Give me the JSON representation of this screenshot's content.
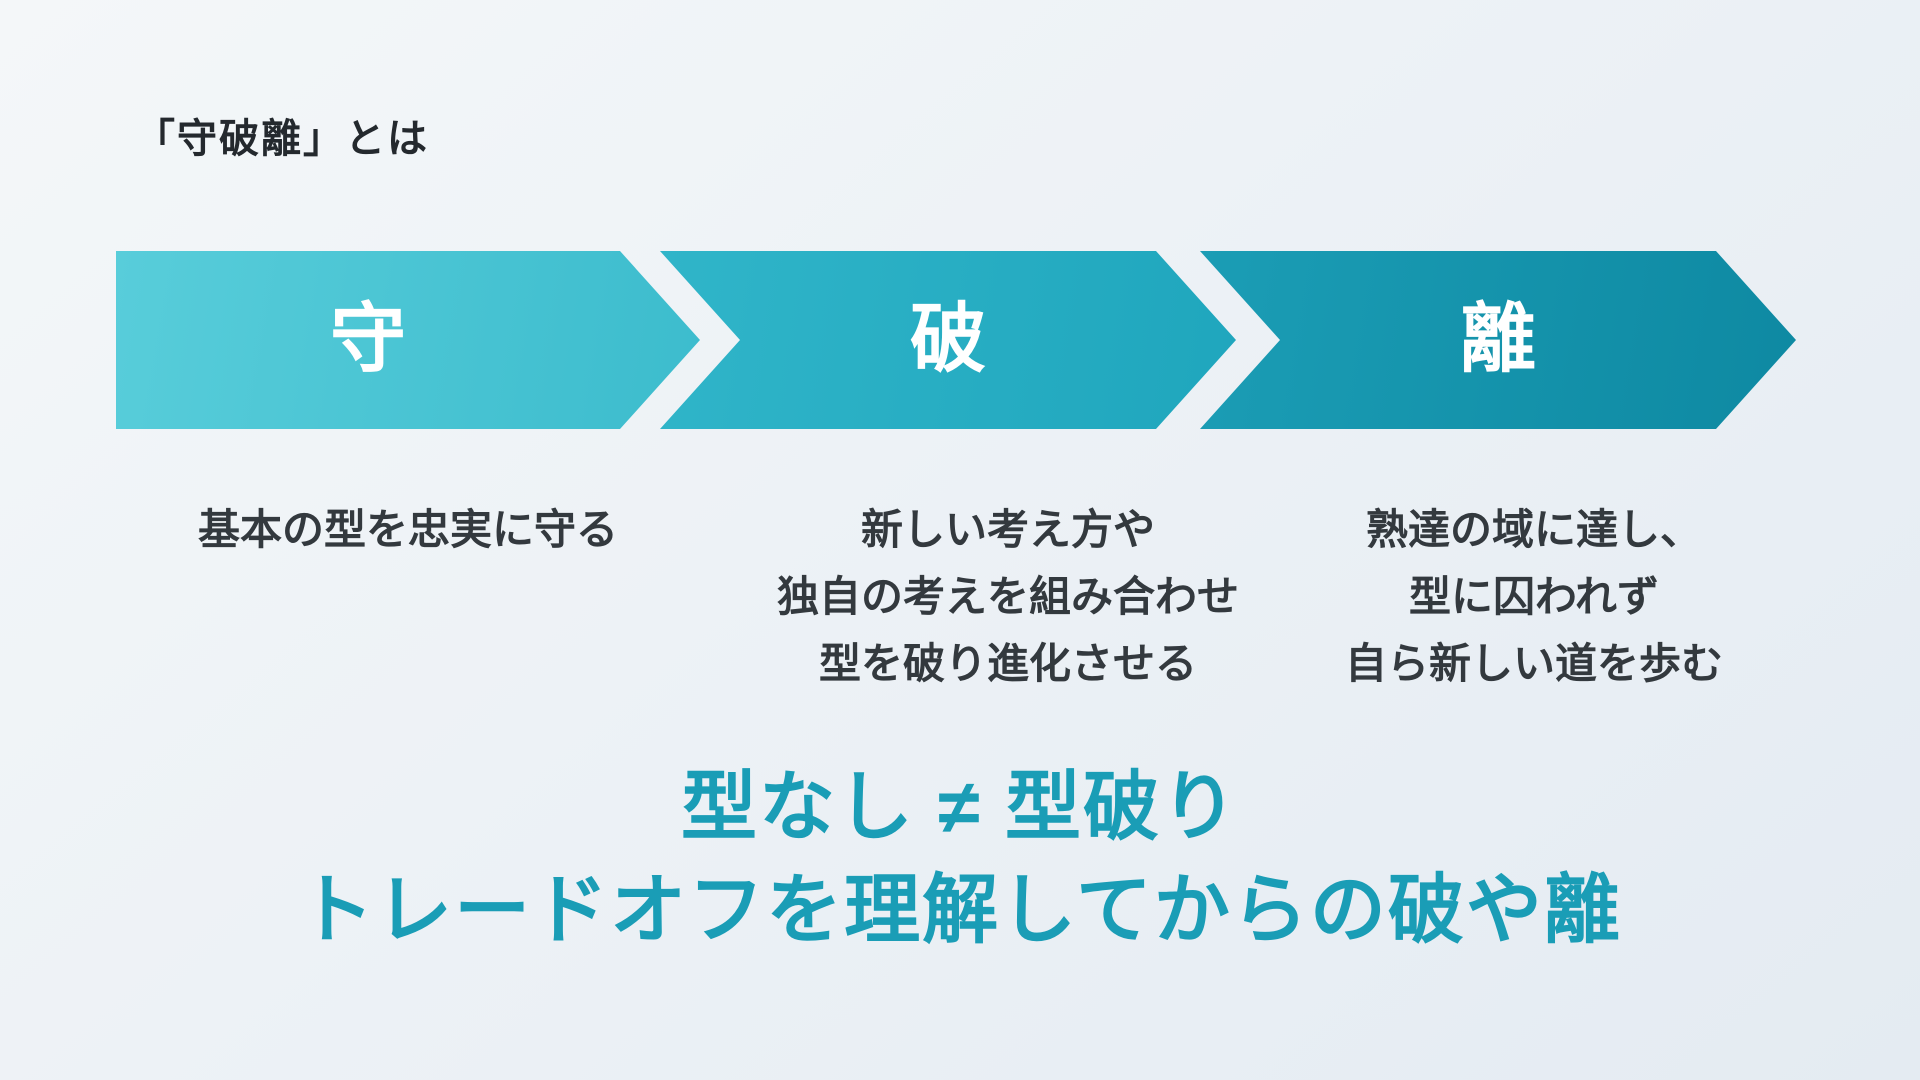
{
  "page": {
    "title": "「守破離」とは",
    "background_start": "#f4f7f9",
    "background_end": "#e4ebf2",
    "text_color": "#33393e"
  },
  "steps": [
    {
      "id": "shu",
      "label": "守",
      "description_lines": [
        "基本の型を忠実に守る"
      ],
      "color_start": "#58cdda",
      "color_end": "#3cbccd"
    },
    {
      "id": "ha",
      "label": "破",
      "description_lines": [
        "新しい考え方や",
        "独自の考えを組み合わせ",
        "型を破り進化させる"
      ],
      "color_start": "#30b5c9",
      "color_end": "#1fa6bd"
    },
    {
      "id": "ri",
      "label": "離",
      "description_lines": [
        "熟達の域に達し、",
        "型に囚われず",
        "自ら新しい道を歩む"
      ],
      "color_start": "#1b9db5",
      "color_end": "#0e89a2"
    }
  ],
  "conclusion": {
    "line1": "型なし ≠ 型破り",
    "line2": "トレードオフを理解してからの破や離",
    "color": "#1a9db6"
  }
}
